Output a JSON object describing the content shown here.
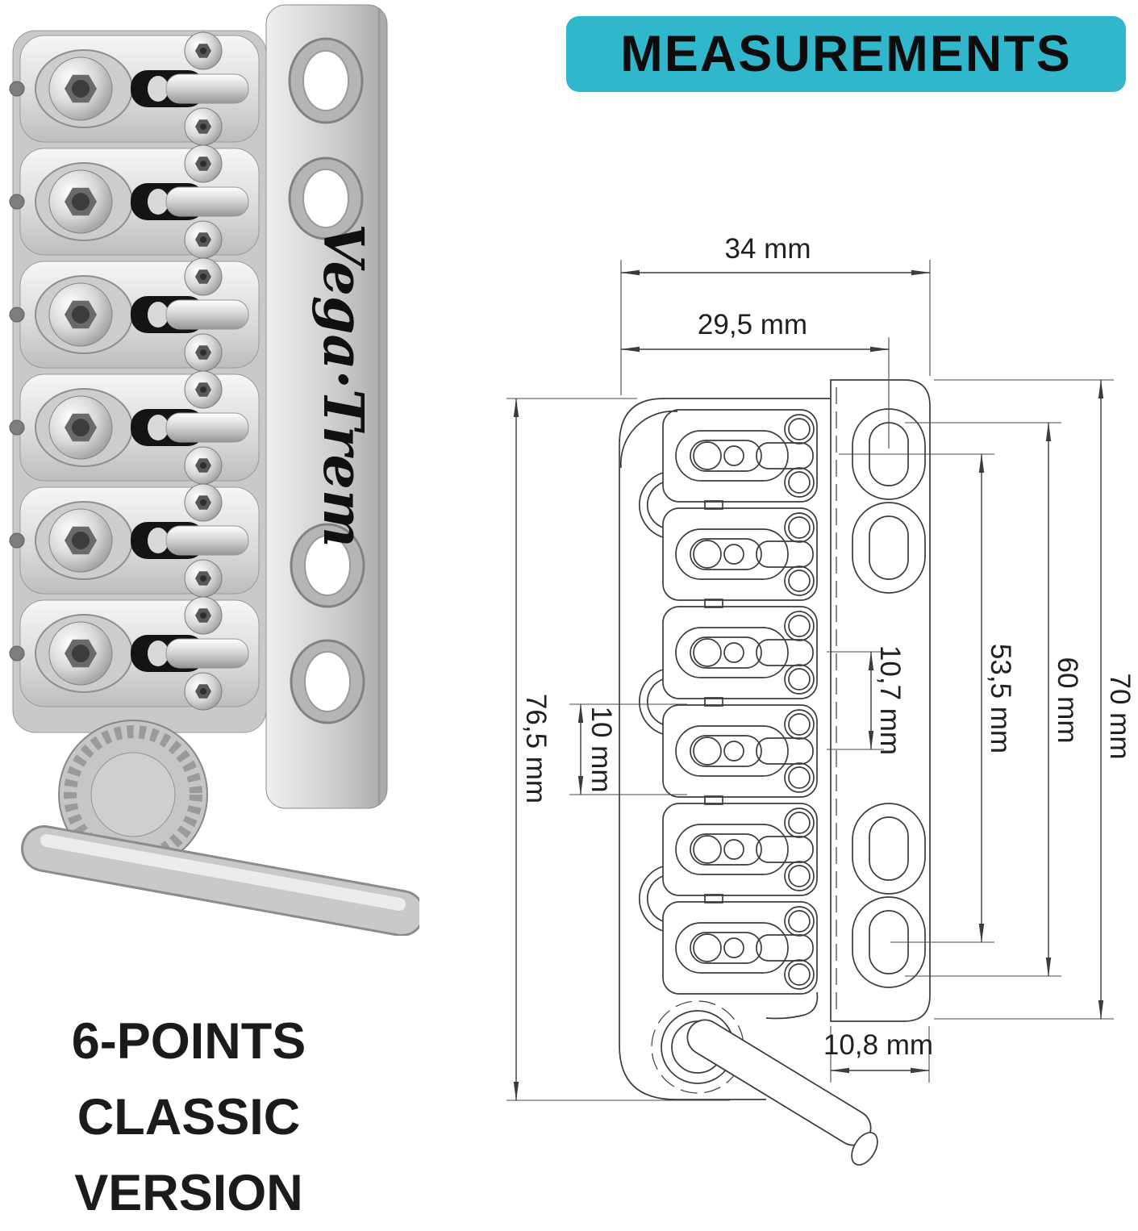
{
  "header": {
    "badge_label": "MEASUREMENTS",
    "badge_bg": "#31b7cb",
    "badge_text_color": "#0c0c0c"
  },
  "photo": {
    "brand_logo": "Vega·Trem",
    "caption_lines": [
      "6-POINTS",
      "CLASSIC",
      "VERSION"
    ]
  },
  "drawing": {
    "line_color": "#3c3c3c",
    "dimensions": {
      "overall_width": "34 mm",
      "width_to_slot_center": "29,5 mm",
      "bridge_length": "76,5 mm",
      "saddle_width": "10 mm",
      "string_spacing": "10,7 mm",
      "slot_center_span": "53,5 mm",
      "slot_outer_span": "60 mm",
      "plate_length": "70 mm",
      "plate_bottom_width": "10,8 mm"
    }
  }
}
